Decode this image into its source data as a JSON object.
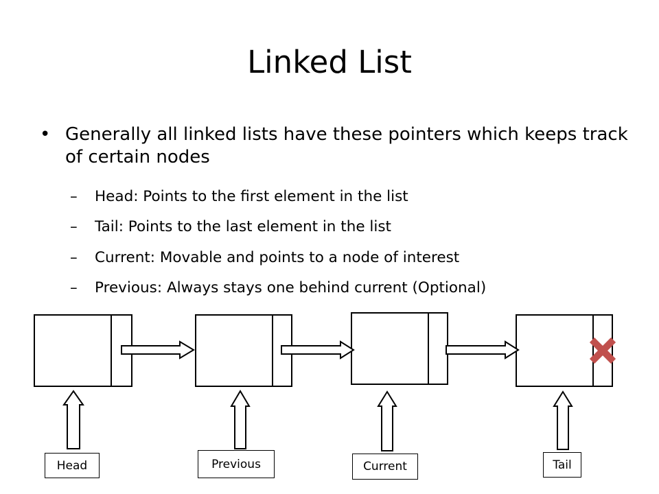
{
  "slide": {
    "title": "Linked List",
    "bullet": "Generally all linked lists have these pointers which keeps track of certain nodes",
    "sub_items": [
      "Head: Points to the first element in the list",
      "Tail: Points to the last element in the list",
      "Current: Movable and points to a node of interest",
      "Previous: Always stays one behind current (Optional)"
    ]
  },
  "diagram": {
    "pointer_labels": [
      "Head",
      "Previous",
      "Current",
      "Tail"
    ],
    "null_marker_color": "#c0504d"
  }
}
